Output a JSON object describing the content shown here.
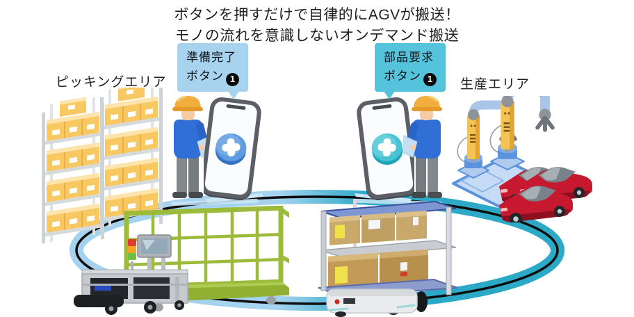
{
  "title": {
    "line1": "ボタンを押すだけで自律的にAGVが搬送！",
    "line2": "モノの流れを意識しないオンデマンド搬送"
  },
  "areas": {
    "picking": "ピッキングエリア",
    "production": "生産エリア"
  },
  "bubbles": {
    "ready": {
      "label": "準備完了",
      "button_word": "ボタン",
      "button_number": "1"
    },
    "request": {
      "label": "部品要求",
      "button_word": "ボタン",
      "button_number": "1"
    }
  },
  "icons": {
    "phone_button": "plus-icon",
    "step_badge": "black-circled-number"
  },
  "colors": {
    "bubble_ready": "#A7D3EF",
    "bubble_request": "#55C3DB",
    "track_left": "#A5D3EF",
    "track_right": "#2BA9C6",
    "track_line": "#0D0D0D",
    "box_orange": "#F8C863",
    "cage_green": "#9CBB3B",
    "car_red": "#C6182F",
    "platform_blue": "#C6DCF6",
    "robot_yellow": "#F5C353",
    "robot_arm_blue": "#A9C6E8",
    "phone_btn_blue": "#5E9CE2",
    "phone_btn_blue_dark": "#3572C2",
    "phone_btn_teal": "#49C4D4",
    "phone_btn_teal_dark": "#1FA3B8",
    "worker_shirt": "#2F6FD6",
    "helmet_yellow": "#F2AE3C"
  }
}
